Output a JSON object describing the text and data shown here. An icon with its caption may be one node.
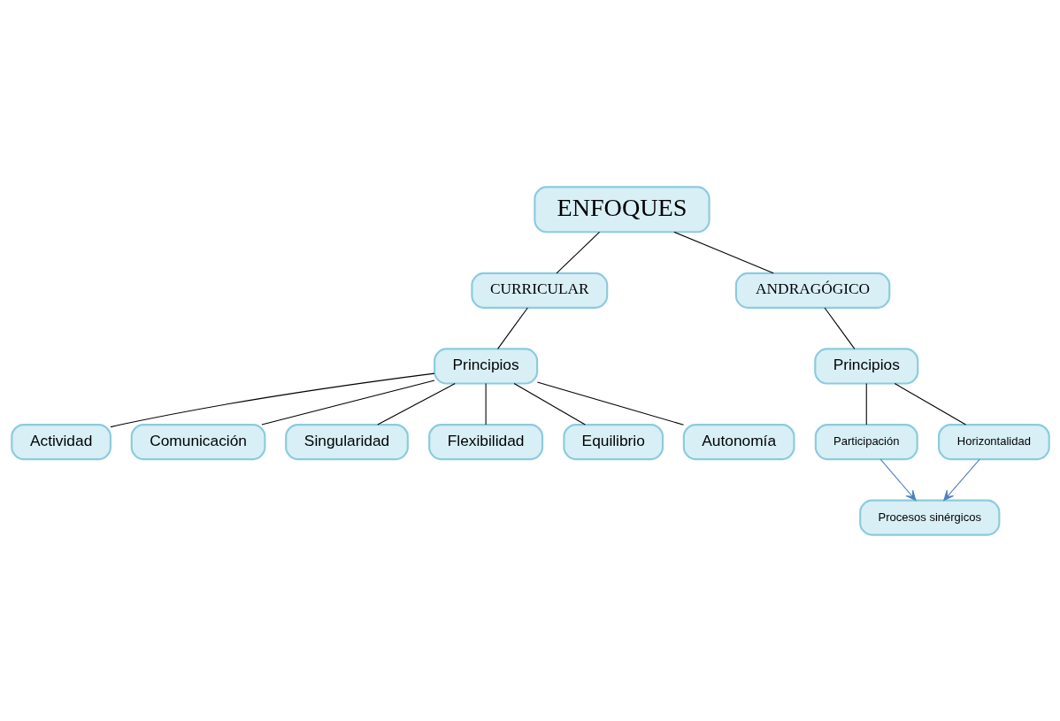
{
  "diagram": {
    "nodes": [
      {
        "text": [
          "ENFOQUES"
        ]
      },
      {
        "text": [
          "CURRICULAR"
        ]
      },
      {
        "text": [
          "ANDRAGÓGICO"
        ]
      },
      {
        "text": [
          "Principios"
        ]
      },
      {
        "text": [
          "Actividad"
        ]
      },
      {
        "text": [
          "Comunicación"
        ]
      },
      {
        "text": [
          "Singularidad"
        ]
      },
      {
        "text": [
          "Flexibilidad"
        ]
      },
      {
        "text": [
          "Equilibrio"
        ]
      },
      {
        "text": [
          "Autonomía"
        ]
      },
      {
        "text": [
          "Principios"
        ]
      },
      {
        "text": [
          "Participación"
        ]
      },
      {
        "text": [
          "Horizontalidad"
        ]
      },
      {
        "text": [
          "Procesos sinérgicos"
        ]
      }
    ],
    "edges": [
      {
        "from": 0,
        "to": 1,
        "arrow": "none"
      },
      {
        "from": 0,
        "to": 2,
        "arrow": "none"
      },
      {
        "from": 1,
        "to": 3,
        "arrow": "none"
      },
      {
        "from": 2,
        "to": 10,
        "arrow": "none"
      },
      {
        "from": 3,
        "to": 4,
        "arrow": "none"
      },
      {
        "from": 3,
        "to": 5,
        "arrow": "none"
      },
      {
        "from": 3,
        "to": 6,
        "arrow": "none"
      },
      {
        "from": 3,
        "to": 7,
        "arrow": "none"
      },
      {
        "from": 3,
        "to": 8,
        "arrow": "none"
      },
      {
        "from": 3,
        "to": 9,
        "arrow": "none"
      },
      {
        "from": 10,
        "to": 11,
        "arrow": "none"
      },
      {
        "from": 10,
        "to": 12,
        "arrow": "none"
      },
      {
        "from": 11,
        "to": 13,
        "arrow": "to",
        "color": "#4f81bd"
      },
      {
        "from": 12,
        "to": 13,
        "arrow": "to",
        "color": "#4f81bd"
      }
    ]
  }
}
